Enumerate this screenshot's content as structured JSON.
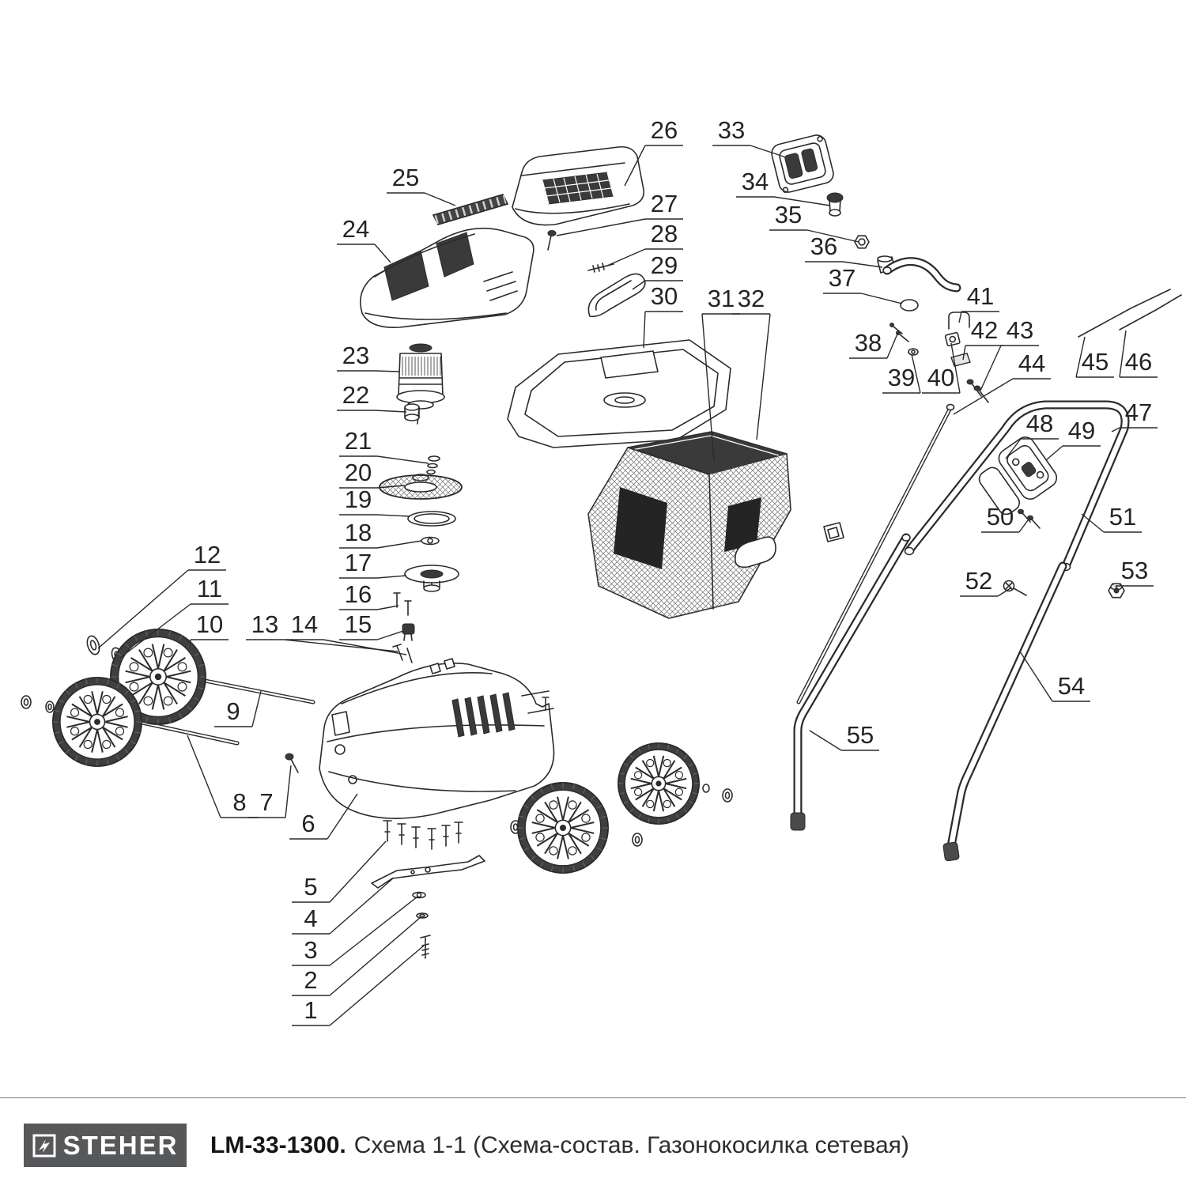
{
  "diagram": {
    "name": "Exploded parts diagram — electric lawn mower",
    "part_numbers": [
      "1",
      "2",
      "3",
      "4",
      "5",
      "6",
      "7",
      "8",
      "9",
      "10",
      "11",
      "12",
      "13",
      "14",
      "15",
      "16",
      "17",
      "18",
      "19",
      "20",
      "21",
      "22",
      "23",
      "24",
      "25",
      "26",
      "27",
      "28",
      "29",
      "30",
      "31",
      "32",
      "33",
      "34",
      "35",
      "36",
      "37",
      "38",
      "39",
      "40",
      "41",
      "42",
      "43",
      "44",
      "45",
      "46",
      "47",
      "48",
      "49",
      "50",
      "51",
      "52",
      "53",
      "54",
      "55"
    ]
  },
  "footer": {
    "brand": "STEHER",
    "model": "LM-33-1300.",
    "subtitle": "Схема 1-1 (Схема-состав. Газонокосилка сетевая)"
  },
  "colors": {
    "line": "#2b2b2b",
    "dark_fill": "#3a3a3a",
    "brand_bg": "#57585a",
    "text": "#242424"
  }
}
